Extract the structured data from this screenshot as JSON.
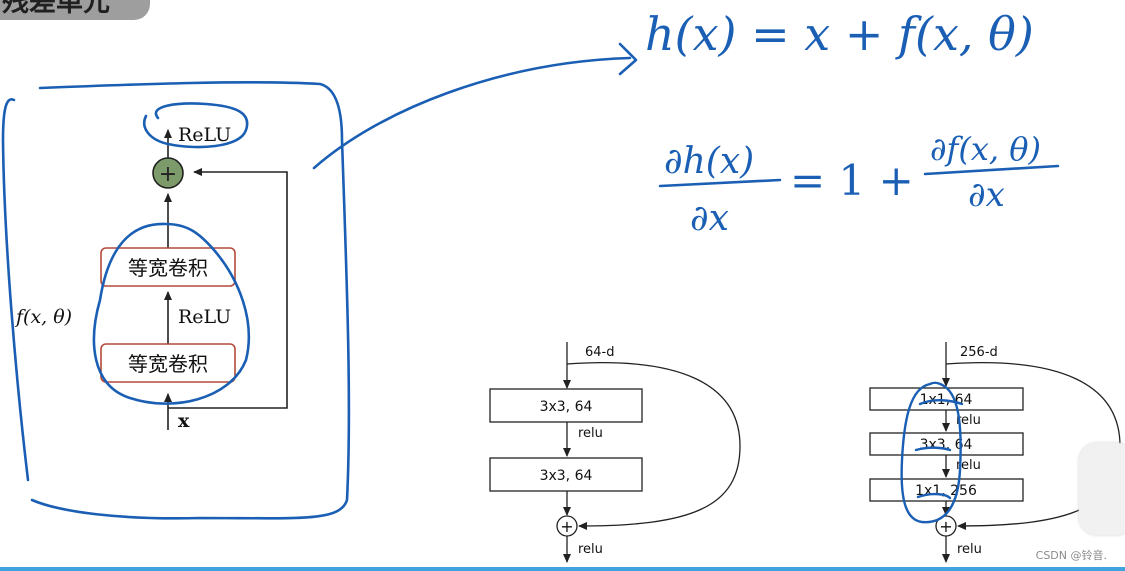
{
  "header": {
    "title": "残差单元"
  },
  "left_diagram": {
    "output_label": "ReLU",
    "add_symbol": "+",
    "conv_top": "等宽卷积",
    "mid_label": "ReLU",
    "conv_bottom": "等宽卷积",
    "input_label": "x",
    "function_label": "f(x, θ)"
  },
  "basic_block": {
    "input_label": "64-d",
    "layer1": "3x3, 64",
    "act1": "relu",
    "layer2": "3x3, 64",
    "add_symbol": "+",
    "output_label": "relu"
  },
  "bottleneck_block": {
    "input_label": "256-d",
    "layer1": "1x1, 64",
    "act1": "relu",
    "layer2": "3x3, 64",
    "act2": "relu",
    "layer3": "1x1, 256",
    "add_symbol": "+",
    "output_label": "relu"
  },
  "annotations": {
    "formula_line": "h(x) = x + f(x, θ)",
    "derivative_numerator": "∂h(x)",
    "derivative_equals": "= 1 +",
    "derivative_rhs_numerator": "∂f(x, θ)",
    "derivative_denominator_left": "∂x",
    "derivative_denominator_right": "∂x",
    "ink_color": "#1a5fb4"
  },
  "footer": {
    "watermark": "CSDN @铃音."
  }
}
